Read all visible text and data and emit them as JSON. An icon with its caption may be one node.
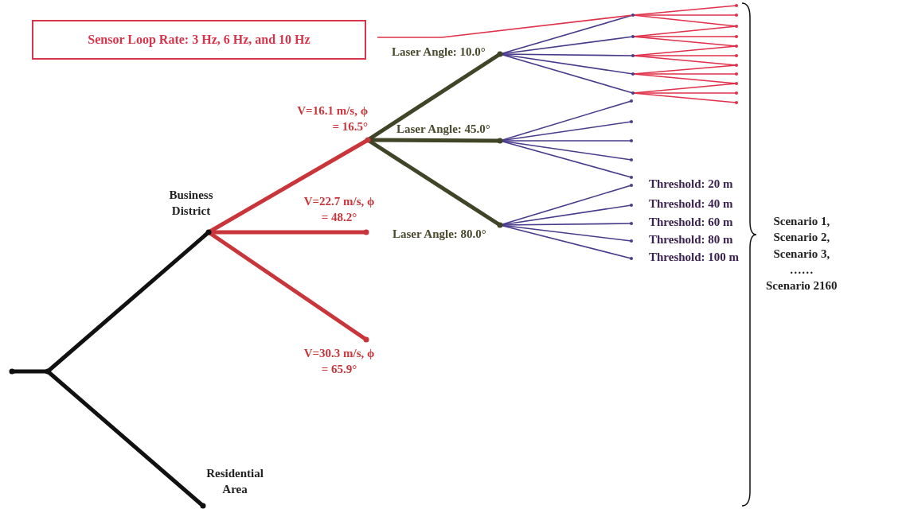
{
  "diagram": {
    "nodes": [
      {
        "text": [
          "Sensor Loop Rate: 3 Hz, 6 Hz, and 10 Hz"
        ]
      },
      {
        "text": [],
        "shape": "dot"
      },
      {
        "text": [],
        "shape": "dot"
      },
      {
        "text": [],
        "shape": "dot",
        "beside": [
          "Business District"
        ]
      },
      {
        "text": [],
        "shape": "dot",
        "beside": [
          "Residential Area"
        ]
      },
      {
        "text": [],
        "shape": "dot",
        "beside": [
          "V=16.1 m/s, ϕ = 16.5°"
        ]
      },
      {
        "text": [],
        "shape": "dot",
        "beside": [
          "V=22.7 m/s, ϕ = 48.2°"
        ]
      },
      {
        "text": [],
        "shape": "dot",
        "beside": [
          "V=30.3 m/s, ϕ = 65.9°"
        ]
      },
      {
        "text": [],
        "shape": "dot",
        "beside": [
          "Laser Angle: 10.0°"
        ]
      },
      {
        "text": [],
        "shape": "dot",
        "beside": [
          "Laser Angle: 45.0°"
        ]
      },
      {
        "text": [],
        "shape": "dot",
        "beside": [
          "Laser Angle: 80.0°"
        ]
      },
      {
        "text": [],
        "shape": "dot"
      },
      {
        "text": [],
        "shape": "dot"
      },
      {
        "text": [],
        "shape": "dot"
      },
      {
        "text": [],
        "shape": "dot"
      },
      {
        "text": [],
        "shape": "dot"
      },
      {
        "text": [],
        "shape": "dot"
      },
      {
        "text": [],
        "shape": "dot"
      },
      {
        "text": [],
        "shape": "dot"
      },
      {
        "text": [],
        "shape": "dot"
      },
      {
        "text": [],
        "shape": "dot"
      },
      {
        "text": [],
        "shape": "dot",
        "beside": [
          "Threshold: 20 m"
        ]
      },
      {
        "text": [],
        "shape": "dot",
        "beside": [
          "Threshold: 40 m"
        ]
      },
      {
        "text": [],
        "shape": "dot",
        "beside": [
          "Threshold: 60 m"
        ]
      },
      {
        "text": [],
        "shape": "dot",
        "beside": [
          "Threshold: 80 m"
        ]
      },
      {
        "text": [],
        "shape": "dot",
        "beside": [
          "Threshold: 100 m"
        ]
      },
      {
        "text": [],
        "shape": "dot"
      },
      {
        "text": [],
        "shape": "dot"
      },
      {
        "text": [],
        "shape": "dot"
      },
      {
        "text": [],
        "shape": "dot"
      },
      {
        "text": [],
        "shape": "dot"
      },
      {
        "text": [],
        "shape": "dot"
      },
      {
        "text": [],
        "shape": "dot"
      },
      {
        "text": [],
        "shape": "dot"
      },
      {
        "text": [],
        "shape": "dot"
      },
      {
        "text": [],
        "shape": "dot"
      },
      {
        "text": [],
        "shape": "dot"
      }
    ],
    "edges": [
      {
        "from": 1,
        "to": 2,
        "arrow": "none",
        "style": "thick",
        "color": "#111111"
      },
      {
        "from": 2,
        "to": 3,
        "arrow": "none",
        "style": "thick",
        "color": "#111111"
      },
      {
        "from": 2,
        "to": 4,
        "arrow": "none",
        "style": "thick",
        "color": "#111111"
      },
      {
        "from": 3,
        "to": 5,
        "arrow": "none",
        "style": "thick",
        "color": "#c8363c"
      },
      {
        "from": 3,
        "to": 6,
        "arrow": "none",
        "style": "thick",
        "color": "#c8363c"
      },
      {
        "from": 3,
        "to": 7,
        "arrow": "none",
        "style": "thick",
        "color": "#c8363c"
      },
      {
        "from": 5,
        "to": 8,
        "arrow": "none",
        "style": "thick",
        "color": "#3f4526"
      },
      {
        "from": 5,
        "to": 9,
        "arrow": "none",
        "style": "thick",
        "color": "#3f4526"
      },
      {
        "from": 5,
        "to": 10,
        "arrow": "none",
        "style": "thick",
        "color": "#3f4526"
      },
      {
        "from": 8,
        "to": 11,
        "arrow": "none",
        "color": "#4a3a8a"
      },
      {
        "from": 8,
        "to": 12,
        "arrow": "none",
        "color": "#4a3a8a"
      },
      {
        "from": 8,
        "to": 13,
        "arrow": "none",
        "color": "#4a3a8a"
      },
      {
        "from": 8,
        "to": 14,
        "arrow": "none",
        "color": "#4a3a8a"
      },
      {
        "from": 8,
        "to": 15,
        "arrow": "none",
        "color": "#4a3a8a"
      },
      {
        "from": 9,
        "to": 16,
        "arrow": "none",
        "color": "#4a3a8a"
      },
      {
        "from": 9,
        "to": 17,
        "arrow": "none",
        "color": "#4a3a8a"
      },
      {
        "from": 9,
        "to": 18,
        "arrow": "none",
        "color": "#4a3a8a"
      },
      {
        "from": 9,
        "to": 19,
        "arrow": "none",
        "color": "#4a3a8a"
      },
      {
        "from": 9,
        "to": 20,
        "arrow": "none",
        "color": "#4a3a8a"
      },
      {
        "from": 10,
        "to": 21,
        "arrow": "none",
        "color": "#4a3a8a"
      },
      {
        "from": 10,
        "to": 22,
        "arrow": "none",
        "color": "#4a3a8a"
      },
      {
        "from": 10,
        "to": 23,
        "arrow": "none",
        "color": "#4a3a8a"
      },
      {
        "from": 10,
        "to": 24,
        "arrow": "none",
        "color": "#4a3a8a"
      },
      {
        "from": 10,
        "to": 25,
        "arrow": "none",
        "color": "#4a3a8a"
      },
      {
        "from": 0,
        "to": 11,
        "arrow": "none"
      },
      {
        "from": 11,
        "to": 26,
        "arrow": "none"
      },
      {
        "from": 11,
        "to": 27,
        "arrow": "none"
      },
      {
        "from": 11,
        "to": 28,
        "arrow": "none"
      },
      {
        "from": 12,
        "to": 28,
        "arrow": "none"
      },
      {
        "from": 12,
        "to": 29,
        "arrow": "none"
      },
      {
        "from": 12,
        "to": 30,
        "arrow": "none"
      },
      {
        "from": 13,
        "to": 30,
        "arrow": "none"
      },
      {
        "from": 13,
        "to": 31,
        "arrow": "none"
      },
      {
        "from": 13,
        "to": 32,
        "arrow": "none"
      },
      {
        "from": 14,
        "to": 32,
        "arrow": "none"
      },
      {
        "from": 14,
        "to": 33,
        "arrow": "none"
      },
      {
        "from": 14,
        "to": 34,
        "arrow": "none"
      },
      {
        "from": 15,
        "to": 34,
        "arrow": "none"
      },
      {
        "from": 15,
        "to": 35,
        "arrow": "none"
      },
      {
        "from": 15,
        "to": 36,
        "arrow": "none"
      }
    ],
    "labels": [
      "Scenario 1,",
      "Scenario 2,",
      "Scenario 3,",
      "……",
      "Scenario 2160"
    ]
  }
}
